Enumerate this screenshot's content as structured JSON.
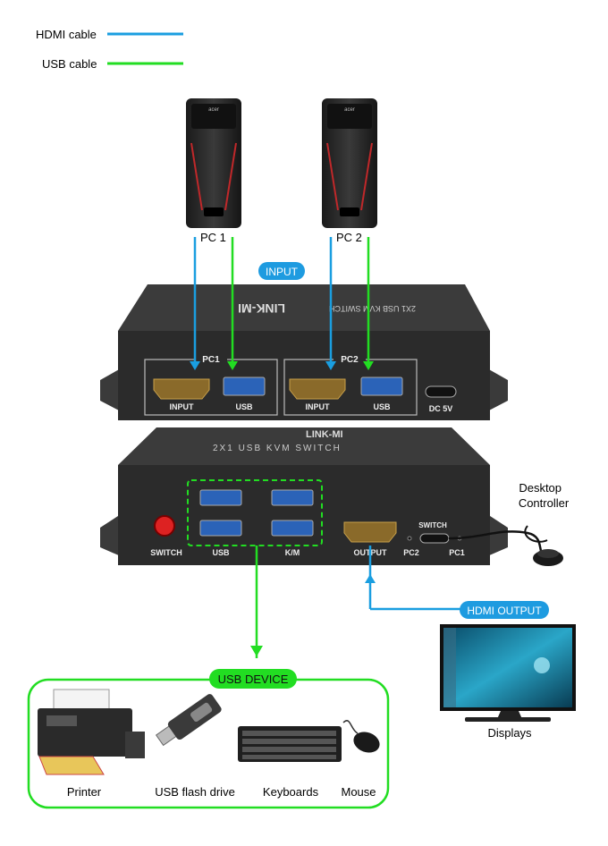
{
  "legend": {
    "hdmi_label": "HDMI cable",
    "usb_label": "USB cable"
  },
  "colors": {
    "hdmi": "#1a9ee0",
    "usb": "#22dd22",
    "pill_input": "#1e9be0",
    "device_body": "#2b2b2b"
  },
  "pcs": [
    {
      "label": "PC 1",
      "brand": "acer"
    },
    {
      "label": "PC 2",
      "brand": "acer"
    }
  ],
  "input_badge": "INPUT",
  "switch_back": {
    "brand": "LINK-MI",
    "model": "2X1 USB KVM SWITCH",
    "groups": [
      {
        "tag": "PC1",
        "hdmi_label": "INPUT",
        "usb_label": "USB"
      },
      {
        "tag": "PC2",
        "hdmi_label": "INPUT",
        "usb_label": "USB"
      }
    ],
    "power_label": "DC 5V"
  },
  "switch_front": {
    "brand": "LINK-MI",
    "model": "2X1 USB KVM SWITCH",
    "button_label": "SWITCH",
    "usb_label": "USB",
    "km_label": "K/M",
    "output_label": "OUTPUT",
    "switch_port_label": "SWITCH",
    "led_pc2": "PC2",
    "led_pc1": "PC1"
  },
  "desktop_controller": "Desktop\nController",
  "hdmi_output_badge": "HDMI OUTPUT",
  "displays_label": "Displays",
  "usb_device_badge": "USB DEVICE",
  "devices": [
    {
      "name": "Printer"
    },
    {
      "name": "USB flash drive"
    },
    {
      "name": "Keyboards"
    },
    {
      "name": "Mouse"
    }
  ]
}
